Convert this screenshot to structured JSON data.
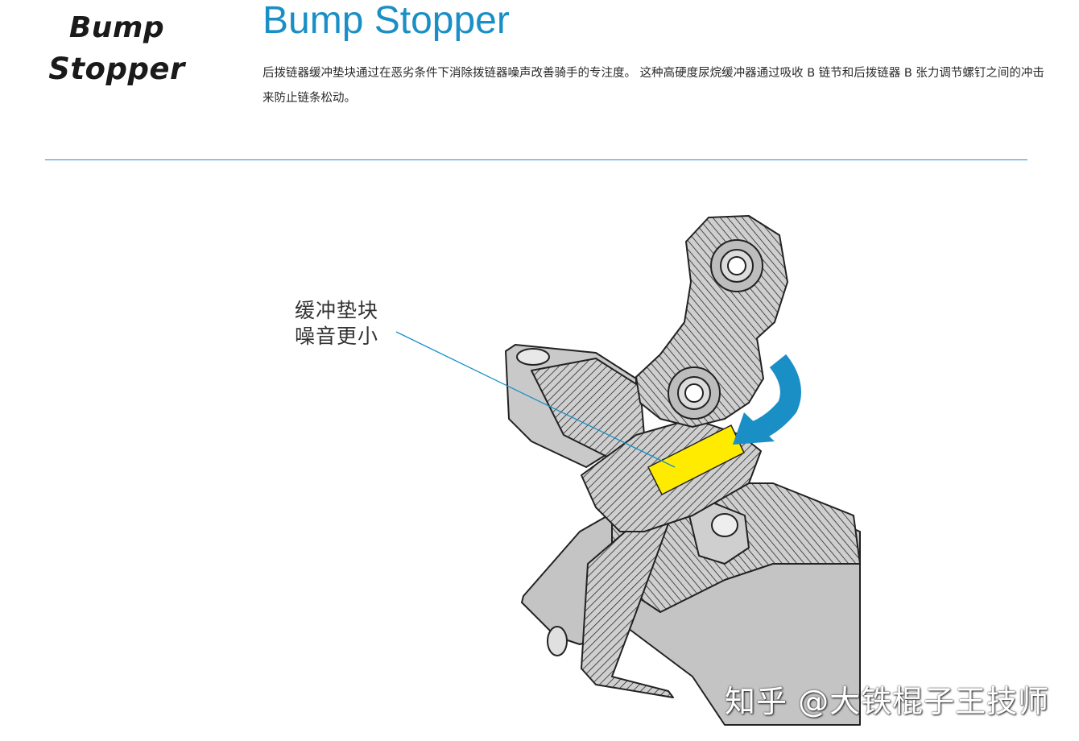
{
  "logo": {
    "line1": "Bump",
    "line2": "Stopper"
  },
  "title": "Bump Stopper",
  "description": "后拨链器缓冲垫块通过在恶劣条件下消除拨链器噪声改善骑手的专注度。 这种高硬度尿烷缓冲器通过吸收 B 链节和后拨链器 B 张力调节螺钉之间的冲击来防止链条松动。",
  "diagram": {
    "callout_line1": "缓冲垫块",
    "callout_line2": "噪音更小",
    "highlight_color": "#ffeb00",
    "arrow_color": "#1a8fc6"
  },
  "accent_color": "#1a8fc6",
  "watermark": "知乎 @大铁棍子王技师"
}
